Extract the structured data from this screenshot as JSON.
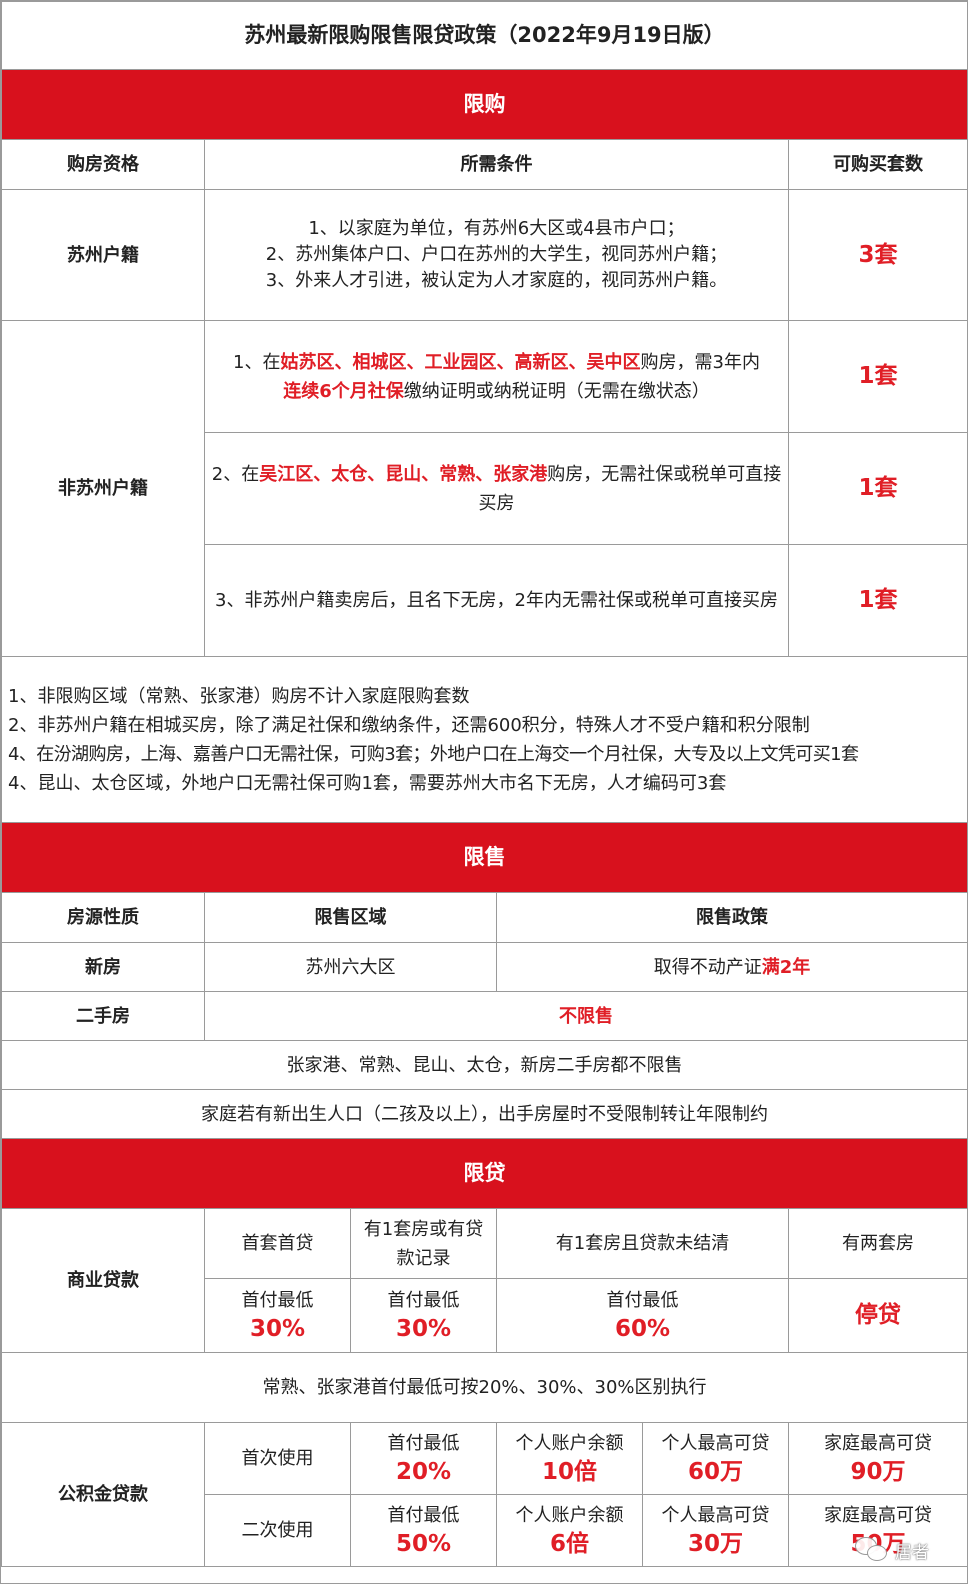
{
  "title": "苏州最新限购限售限贷政策（2022年9月19日版）",
  "purchase": {
    "band": "限购",
    "headers": [
      "购房资格",
      "所需条件",
      "可购买套数"
    ],
    "suzhou": {
      "label": "苏州户籍",
      "conditions": [
        "1、以家庭为单位，有苏州6大区或4县市户口；",
        "2、苏州集体户口、户口在苏州的大学生，视同苏州户籍；",
        "3、外来人才引进，被认定为人才家庭的，视同苏州户籍。"
      ],
      "count": "3套"
    },
    "non_suzhou": {
      "label": "非苏州户籍",
      "rows": [
        {
          "pre": "1、在",
          "areas": "姑苏区、相城区、工业园区、高新区、吴中区",
          "mid": "购房，需3年内",
          "red2": "连续6个月社保",
          "post": "缴纳证明或纳税证明（无需在缴状态）",
          "count": "1套"
        },
        {
          "pre": "2、在",
          "areas": "吴江区、太仓、昆山、常熟、张家港",
          "post": "购房，无需社保或税单可直接买房",
          "count": "1套"
        },
        {
          "text": "3、非苏州户籍卖房后，且名下无房，2年内无需社保或税单可直接买房",
          "count": "1套"
        }
      ]
    },
    "notes": [
      "1、非限购区域（常熟、张家港）购房不计入家庭限购套数",
      "2、非苏州户籍在相城买房，除了满足社保和缴纳条件，还需600积分，特殊人才不受户籍和积分限制",
      "4、在汾湖购房，上海、嘉善户口无需社保，可购3套；外地户口在上海交一个月社保，大专及以上文凭可买1套",
      "4、昆山、太仓区域，外地户口无需社保可购1套，需要苏州大市名下无房，人才编码可3套"
    ]
  },
  "sale": {
    "band": "限售",
    "headers": [
      "房源性质",
      "限售区域",
      "限售政策"
    ],
    "new_house": {
      "label": "新房",
      "area": "苏州六大区",
      "policy_pre": "取得不动产证",
      "policy_red": "满2年"
    },
    "second_hand": {
      "label": "二手房",
      "policy": "不限售"
    },
    "notes": [
      "张家港、常熟、昆山、太仓，新房二手房都不限售",
      "家庭若有新出生人口（二孩及以上），出手房屋时不受限制转让年限制约"
    ]
  },
  "loan": {
    "band": "限贷",
    "commercial": {
      "label": "商业贷款",
      "cases": [
        "首套首贷",
        "有1套房或有贷款记录",
        "有1套房且贷款未结清",
        "有两套房"
      ],
      "down_label": "首付最低",
      "down": [
        "30%",
        "30%",
        "60%"
      ],
      "stop": "停贷"
    },
    "commercial_note": "常熟、张家港首付最低可按20%、30%、30%区别执行",
    "fund": {
      "label": "公积金贷款",
      "col_labels": [
        "首付最低",
        "个人账户余额",
        "个人最高可贷",
        "家庭最高可贷"
      ],
      "rows": [
        {
          "use": "首次使用",
          "values": [
            "20%",
            "10倍",
            "60万",
            "90万"
          ]
        },
        {
          "use": "二次使用",
          "values": [
            "50%",
            "6倍",
            "30万",
            "50万"
          ]
        }
      ]
    }
  },
  "watermark": "居者",
  "colors": {
    "band": "#d8111d",
    "highlight": "#e01e26",
    "border": "#9a9a9a"
  }
}
